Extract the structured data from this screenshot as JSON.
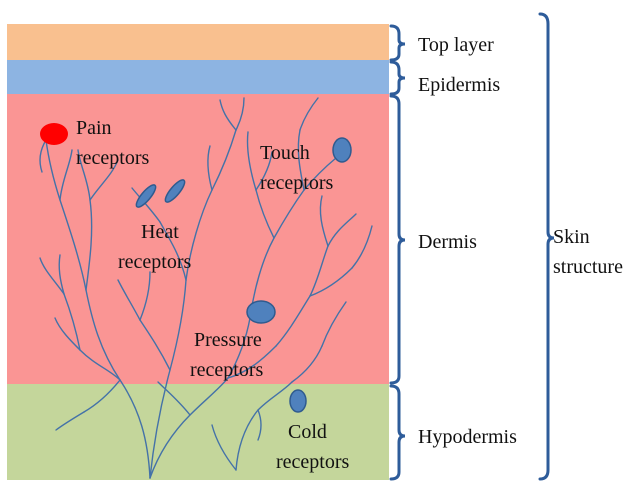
{
  "layers": [
    {
      "name": "Top layer",
      "color": "#f9c08f"
    },
    {
      "name": "Epidermis",
      "color": "#8db4e2"
    },
    {
      "name": "Dermis",
      "color": "#fa9594"
    },
    {
      "name": "Hypodermis",
      "color": "#c4d69b"
    }
  ],
  "group_label": {
    "line1": "Skin",
    "line2": "structure"
  },
  "receptors": {
    "pain": {
      "line1": "Pain",
      "line2": "receptors",
      "color": "#ff0000"
    },
    "touch": {
      "line1": "Touch",
      "line2": "receptors",
      "color": "#4f81bd"
    },
    "heat": {
      "line1": "Heat",
      "line2": "receptors",
      "color": "#4f81bd"
    },
    "pressure": {
      "line1": "Pressure",
      "line2": "receptors",
      "color": "#4f81bd"
    },
    "cold": {
      "line1": "Cold",
      "line2": "receptors",
      "color": "#4f81bd"
    }
  },
  "colors": {
    "bracket": "#2e5c9a",
    "nerve": "#4472a8",
    "receptor_stroke": "#2f5b8f"
  }
}
